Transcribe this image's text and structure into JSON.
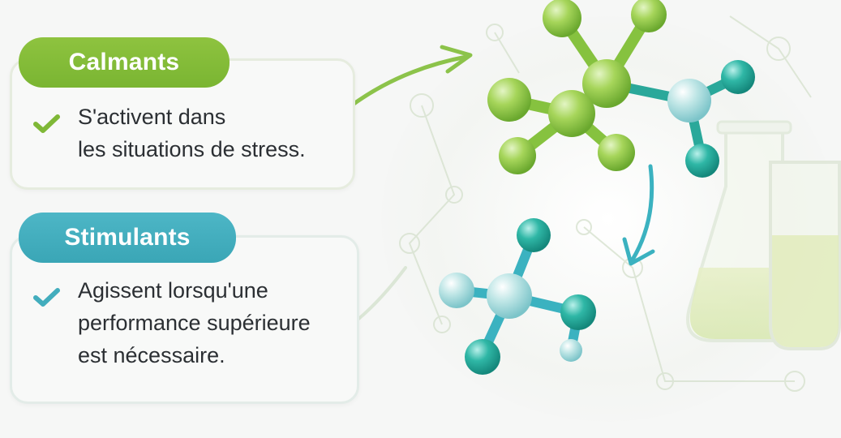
{
  "calmants": {
    "label": "Calmants",
    "line1": "S'activent dans",
    "line2": "les situations de stress.",
    "color": "#7fb837"
  },
  "stimulants": {
    "label": "Stimulants",
    "line1": "Agissent lorsqu'une",
    "line2": "performance supérieure",
    "line3": "est nécessaire.",
    "color": "#42adbd"
  },
  "icons": {
    "check_green": "check-icon",
    "check_teal": "check-icon",
    "molecule_green": "molecule-icon",
    "molecule_teal": "molecule-icon",
    "flask": "flask-icon",
    "arrow": "arrow-icon"
  },
  "colors": {
    "green": "#8cc34a",
    "teal": "#2aa89a",
    "light_teal": "#8fd3d6"
  }
}
